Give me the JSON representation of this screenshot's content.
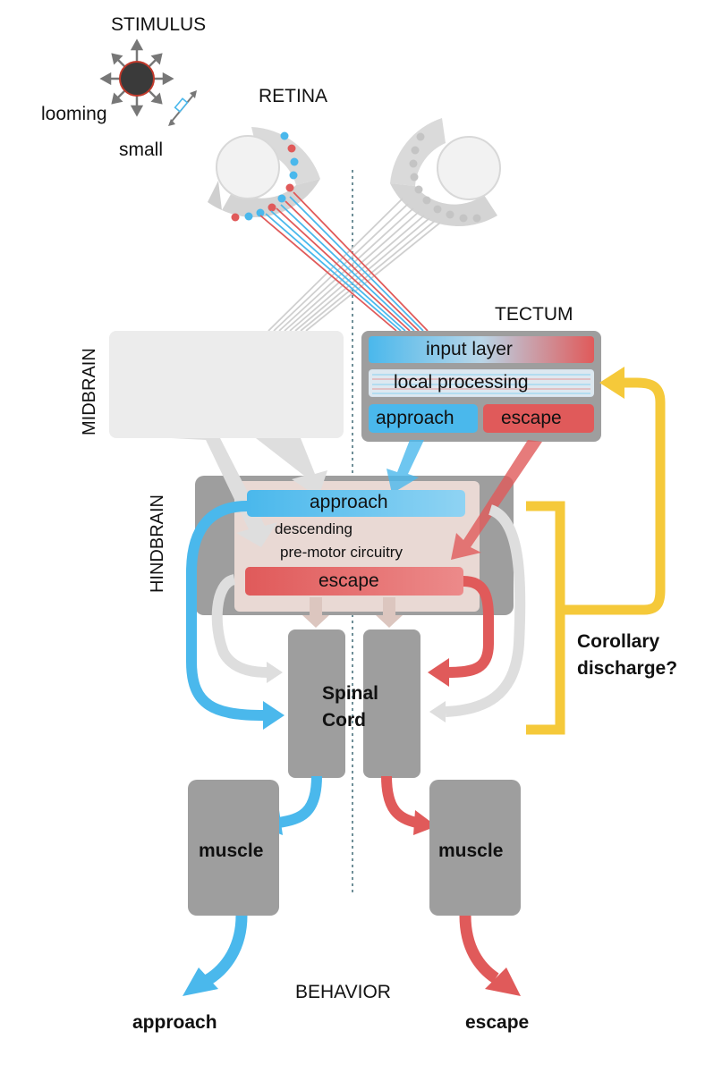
{
  "labels": {
    "stimulus": "STIMULUS",
    "looming": "looming",
    "small": "small",
    "retina": "RETINA",
    "tectum": "TECTUM",
    "midbrain": "MIDBRAIN",
    "hindbrain": "HINDBRAIN",
    "behavior": "BEHAVIOR"
  },
  "tectum": {
    "input_layer": "input layer",
    "local_processing": "local processing",
    "approach": "approach",
    "escape": "escape"
  },
  "hindbrain": {
    "approach": "approach",
    "descending_line1": "descending",
    "descending_line2": "pre-motor circuitry",
    "escape": "escape"
  },
  "spinal_cord": {
    "line1": "Spinal",
    "line2": "Cord"
  },
  "muscles": {
    "left": "muscle",
    "right": "muscle"
  },
  "corollary": {
    "line1": "Corollary",
    "line2": "discharge?"
  },
  "behaviors": {
    "approach": "approach",
    "escape": "escape"
  },
  "colors": {
    "approach_blue": "#4ab8ec",
    "escape_red": "#e05a5a",
    "corollary_yellow": "#f5c93a",
    "gray_box": "#9e9e9e",
    "light_gray": "#e4e4e4"
  }
}
